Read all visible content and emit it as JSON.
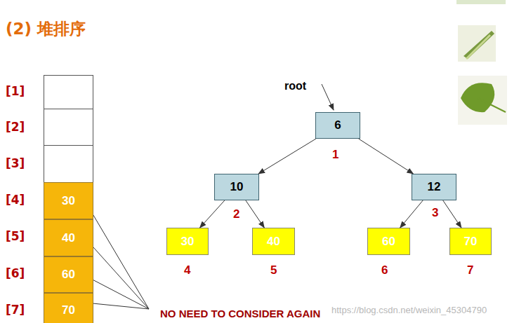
{
  "diagram": {
    "title": "(2) 堆排序",
    "nodes": [
      {
        "text": [
          "30"
        ]
      },
      {
        "text": [
          "40"
        ]
      },
      {
        "text": [
          "60"
        ]
      },
      {
        "text": [
          "70"
        ]
      },
      {
        "text": [
          "6"
        ]
      },
      {
        "text": [
          "10"
        ]
      },
      {
        "text": [
          "12"
        ]
      },
      {
        "text": [
          "30"
        ]
      },
      {
        "text": [
          "40"
        ]
      },
      {
        "text": [
          "60"
        ]
      },
      {
        "text": [
          "70"
        ]
      }
    ],
    "edges": [
      {
        "from": 4,
        "to": 5,
        "arrow": "to"
      },
      {
        "from": 4,
        "to": 6,
        "arrow": "to"
      },
      {
        "from": 5,
        "to": 7,
        "arrow": "to"
      },
      {
        "from": 5,
        "to": 8,
        "arrow": "to"
      },
      {
        "from": 6,
        "to": 9,
        "arrow": "to"
      },
      {
        "from": 6,
        "to": 10,
        "arrow": "to"
      }
    ],
    "labels": [
      "[1]",
      "[2]",
      "[3]",
      "[4]",
      "[5]",
      "[6]",
      "[7]",
      "root",
      "1",
      "2",
      "3",
      "4",
      "5",
      "6",
      "7",
      "NO NEED TO CONSIDER AGAIN",
      "https://blog.csdn.net/weixin_45304790"
    ]
  }
}
